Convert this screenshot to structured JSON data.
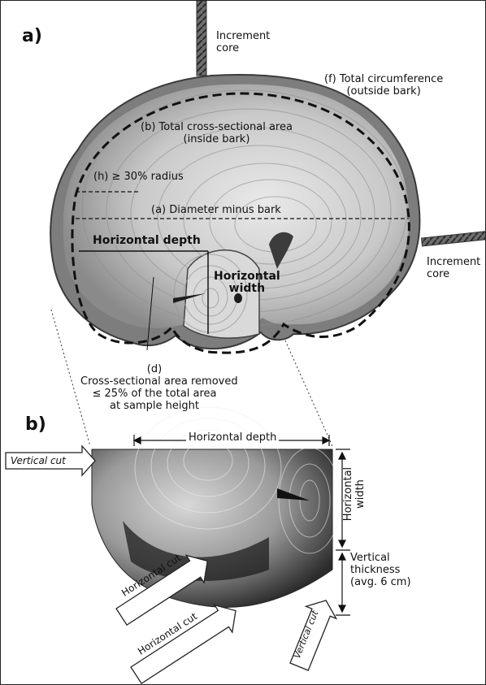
{
  "panel_a": {
    "tag": "a)",
    "increment_core_top": [
      "Increment",
      "core"
    ],
    "increment_core_right": [
      "Increment",
      "core"
    ],
    "total_circumference": [
      "(f) Total circumference",
      "(outside bark)"
    ],
    "cross_sectional_area": [
      "(b) Total cross-sectional area",
      "(inside bark)"
    ],
    "radius_label": "(h) ≥ 30% radius",
    "diameter_label": "(a) Diameter minus bark",
    "horizontal_depth": "Horizontal depth",
    "horizontal_width": [
      "Horizontal",
      "width"
    ],
    "area_removed": [
      "(d)",
      "Cross-sectional area removed",
      "≤ 25% of the total area",
      "at sample height"
    ]
  },
  "panel_b": {
    "tag": "b)",
    "horizontal_depth": "Horizontal depth",
    "vertical_cut_left": "Vertical cut",
    "vertical_cut_right": "Vertical cut",
    "horizontal_width": [
      "Horizontal",
      "width"
    ],
    "vertical_thickness": [
      "Vertical",
      "thickness",
      "(avg. 6 cm)"
    ],
    "horizontal_cut_1": "Horizontal cut",
    "horizontal_cut_2": "Horizontal cut"
  }
}
